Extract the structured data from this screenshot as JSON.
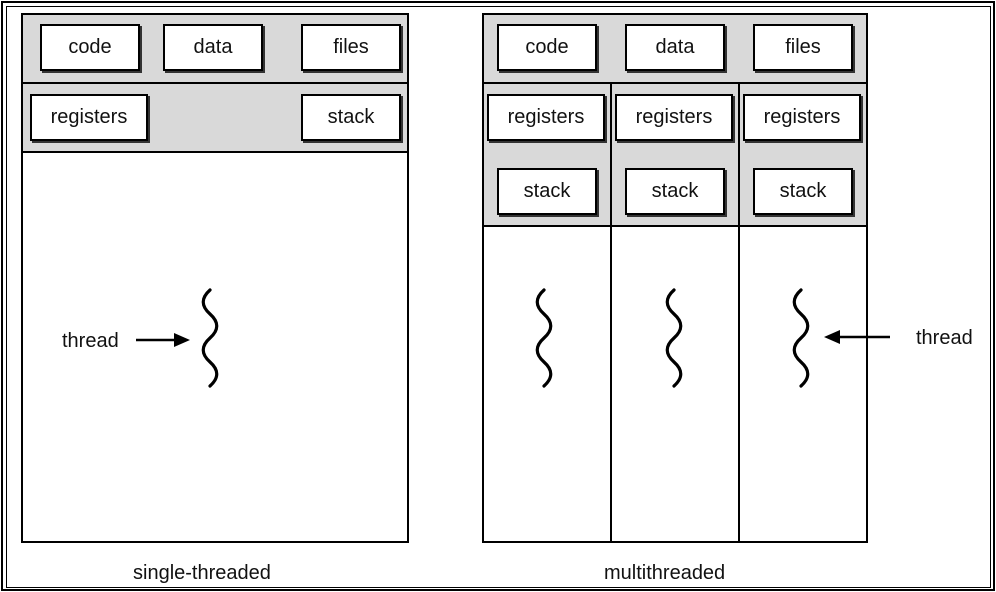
{
  "single": {
    "code": "code",
    "data": "data",
    "files": "files",
    "registers": "registers",
    "stack": "stack",
    "thread_label": "thread",
    "caption": "single-threaded"
  },
  "multi": {
    "code": "code",
    "data": "data",
    "files": "files",
    "registers": [
      "registers",
      "registers",
      "registers"
    ],
    "stacks": [
      "stack",
      "stack",
      "stack"
    ],
    "thread_label": "thread",
    "caption": "multithreaded"
  },
  "colors": {
    "shared_region": "#d9d9d9",
    "lines": "#000000"
  },
  "icons": [
    "thread-squiggle-icon",
    "arrow-right-icon",
    "arrow-left-icon"
  ]
}
